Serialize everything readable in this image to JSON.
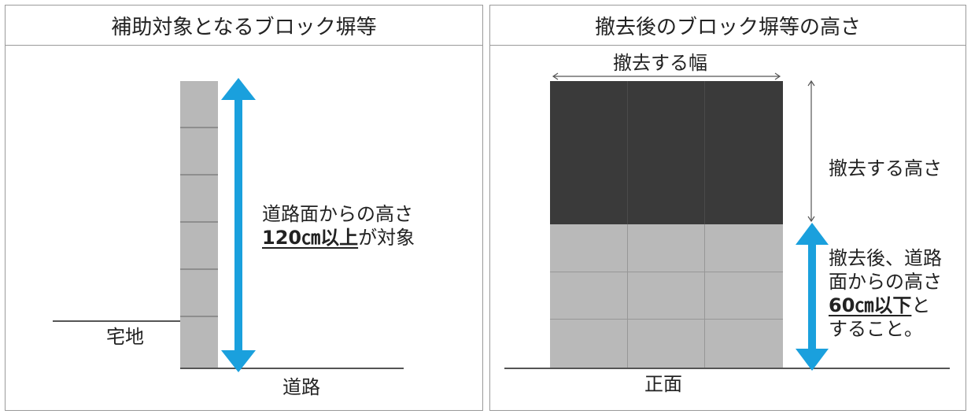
{
  "left_panel": {
    "title": "補助対象となるブロック塀等",
    "label_residential": "宅地",
    "label_road": "道路",
    "note_line1": "道路面からの高さ",
    "note_value": "120㎝以上",
    "note_suffix": "が対象"
  },
  "right_panel": {
    "title": "撤去後のブロック塀等の高さ",
    "label_removal_width": "撤去する幅",
    "label_removal_height": "撤去する高さ",
    "note_line1": "撤去後、道路",
    "note_line2": "面からの高さ",
    "note_value": "60㎝以下",
    "note_suffix": "と",
    "note_line4": "すること。",
    "label_front": "正面"
  },
  "colors": {
    "arrow": "#1aa0dd",
    "block_light": "#b9b9b9",
    "block_removed": "#3a3a3a",
    "border": "#9a9a9a"
  }
}
